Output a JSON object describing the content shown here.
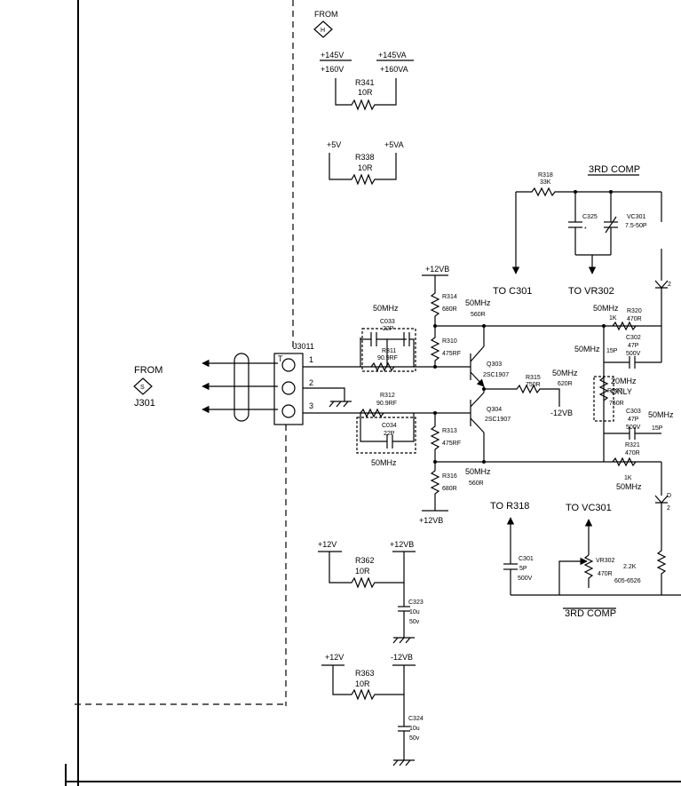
{
  "from_top": {
    "label": "FROM",
    "symbol": "H"
  },
  "from_left": {
    "label": "FROM",
    "symbol": "S",
    "ref": "J301"
  },
  "connector": {
    "ref": "J3011",
    "pin_t": "T",
    "pins": [
      "1",
      "2",
      "3"
    ]
  },
  "supply_145": {
    "left_top": "+145V",
    "left_bottom": "+160V",
    "right_top": "+145VA",
    "right_bottom": "+160VA",
    "ref": "R341",
    "value": "10R"
  },
  "supply_5": {
    "left": "+5V",
    "right": "+5VA",
    "ref": "R338",
    "value": "10R"
  },
  "comp_top": {
    "title": "3RD COMP",
    "r318_ref": "R318",
    "r318_value": "33K",
    "c325_ref": "C325",
    "c325_value": "*",
    "vc301_ref": "VC301",
    "vc301_value": "7.5-50P",
    "to_c301": "TO C301",
    "to_vr302": "TO VR302"
  },
  "upper_stage": {
    "vcc": "+12VB",
    "r314_ref": "R314",
    "r314_value": "680R",
    "r314_alt_freq": "50MHz",
    "r314_alt": "560R",
    "r310_ref": "R310",
    "r310_value": "475RF",
    "c033_freq": "50MHz",
    "c033_ref": "C033",
    "c033_value": "22P",
    "r311_ref": "R311",
    "r311_value": "90.9RF",
    "q303_ref": "Q303",
    "q303_type": "2SC1907"
  },
  "lower_stage": {
    "vcc": "+12VB",
    "r312_ref": "R312",
    "r312_value": "90.9RF",
    "c034_ref": "C034",
    "c034_value": "22P",
    "c034_freq": "50MHz",
    "r313_ref": "R313",
    "r313_value": "475RF",
    "r316_ref": "R316",
    "r316_value": "680R",
    "r316_alt_freq": "50MHz",
    "r316_alt": "560R",
    "q304_ref": "Q304",
    "q304_type": "2SC1907"
  },
  "emitter": {
    "r315_ref": "R315",
    "r315_value": "750R",
    "r315_alt_freq": "50MHz",
    "r315_alt": "620R",
    "supply": "-12VB"
  },
  "right_network": {
    "r320_freq": "50MHz",
    "r320_alt": "1K",
    "r320_ref": "R320",
    "r320_value": "470R",
    "c302_freq": "50MHz",
    "c302_alt": "15P",
    "c302_ref": "C302",
    "c302_value": "47P",
    "c302_volt": "500V",
    "r317_note_freq": "20MHz",
    "r317_note": "ONLY",
    "r317_ref": "R317",
    "r317_value": "750R",
    "c303_ref": "C303",
    "c303_value": "47P",
    "c303_volt": "500V",
    "c303_freq": "50MHz",
    "c303_alt": "15P",
    "r321_ref": "R321",
    "r321_value": "470R",
    "r321_alt": "1K",
    "r321_freq": "50MHz",
    "d_upper": "2",
    "d_lower": "2",
    "d_lower_ref": "D"
  },
  "comp_bottom": {
    "title": "3RD COMP",
    "to_r318": "TO R318",
    "to_vc301": "TO VC301",
    "c301_ref": "C301",
    "c301_value": "5P",
    "c301_volt": "500V",
    "vr302_ref": "VR302",
    "vr302_value": "470R",
    "vr302_alt": "2.2K",
    "vr302_part": "605-6526"
  },
  "filter_1": {
    "in": "+12V",
    "out": "+12VB",
    "r_ref": "R362",
    "r_value": "10R",
    "c_ref": "C323",
    "c_value": "10u",
    "c_volt": "50v"
  },
  "filter_2": {
    "in": "+12V",
    "out": "-12VB",
    "r_ref": "R363",
    "r_value": "10R",
    "c_ref": "C324",
    "c_value": "10u",
    "c_volt": "50v"
  }
}
